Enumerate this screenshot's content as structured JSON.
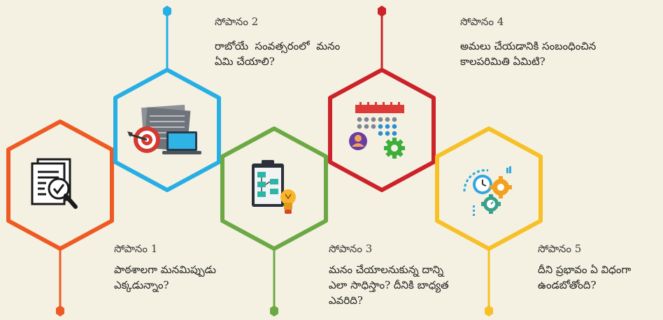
{
  "colors": {
    "background": "#f4f1e2",
    "step1": "#ef5a24",
    "step2": "#27aee4",
    "step3": "#6ca944",
    "step4": "#cc2229",
    "step5": "#f6c026"
  },
  "steps": [
    {
      "label": "సోపానం 1",
      "text_lines": [
        "పాఠశాలగా మనమిప్పుడు",
        "ఎక్కడున్నాం?"
      ],
      "icon": "document-magnifier-check-icon"
    },
    {
      "label": "సోపానం 2",
      "text_lines": [
        "రాబోయే  సంవత్సరంలో  మనం",
        "ఏమి చేయాలి?"
      ],
      "icon": "target-laptop-icon"
    },
    {
      "label": "సోపానం 3",
      "text_lines": [
        "మనం చేయాలనుకున్న దాన్ని",
        "ఎలా సాధిస్తాం? దీనికి బాధ్యత",
        "ఎవరిది?"
      ],
      "icon": "clipboard-flowchart-lightbulb-icon"
    },
    {
      "label": "సోపానం 4",
      "text_lines": [
        "అమలు చేయడానికి సంబంధించిన",
        "కాలపరిమితి ఏమిటి?"
      ],
      "icon": "calendar-person-gear-icon"
    },
    {
      "label": "సోపానం 5",
      "text_lines": [
        "దీని ప్రభావం ఏ విధంగా",
        "ఉండబోతోంది?"
      ],
      "icon": "clock-gears-icon"
    }
  ]
}
